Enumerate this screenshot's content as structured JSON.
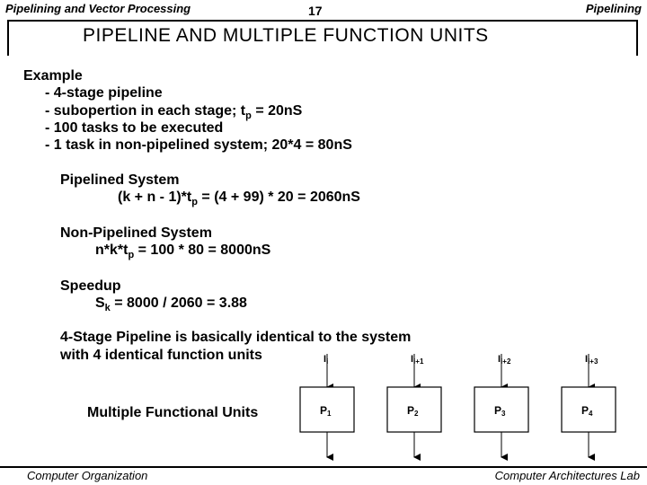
{
  "header": {
    "left": "Pipelining and Vector Processing",
    "page": "17",
    "right": "Pipelining"
  },
  "title": "PIPELINE  AND  MULTIPLE  FUNCTION  UNITS",
  "example": {
    "heading": "Example",
    "items": [
      {
        "text": "- 4-stage pipeline"
      },
      {
        "pre": "- subopertion in each stage;  t",
        "sub": "p",
        "post": " = 20nS"
      },
      {
        "text": "- 100 tasks to be executed"
      },
      {
        "text": "- 1 task in non-pipelined system;  20*4 = 80nS"
      }
    ]
  },
  "pipelined": {
    "heading": "Pipelined System",
    "pre": "(k + n - 1)*t",
    "sub": "p",
    "post": " = (4 + 99) * 20 = 2060nS"
  },
  "nonpipelined": {
    "heading": "Non-Pipelined System",
    "pre": "n*k*t",
    "sub": "p",
    "post": " = 100 * 80 = 8000nS"
  },
  "speedup": {
    "heading": "Speedup",
    "pre": "S",
    "sub": "k",
    "post": " = 8000 / 2060 = 3.88"
  },
  "conclusion": {
    "line1": "4-Stage Pipeline is basically identical to the system",
    "line2": "with 4 identical function units"
  },
  "diagram": {
    "label": "Multiple Functional Units",
    "units": [
      {
        "input": "I",
        "input_sub": "i",
        "name": "P",
        "name_sub": "1"
      },
      {
        "input": "I",
        "input_sub": "i+1",
        "name": "P",
        "name_sub": "2"
      },
      {
        "input": "I",
        "input_sub": "i+2",
        "name": "P",
        "name_sub": "3"
      },
      {
        "input": "I",
        "input_sub": "i+3",
        "name": "P",
        "name_sub": "4"
      }
    ]
  },
  "footer": {
    "left": "Computer Organization",
    "right": "Computer Architectures Lab"
  }
}
